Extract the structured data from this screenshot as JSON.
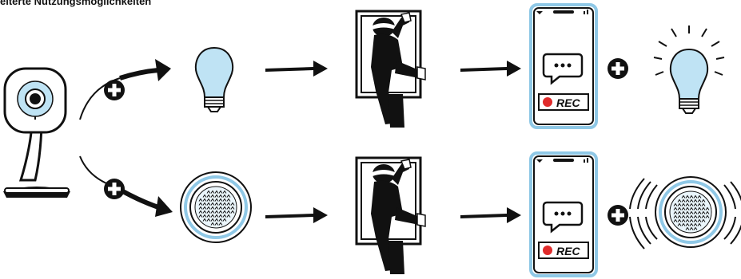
{
  "heading": "eiterte Nutzungsmöglichkeiten",
  "rows": [
    {
      "id": "light-row",
      "device": "smart-bulb",
      "trigger": "intruder-at-window",
      "notification": {
        "badge": "REC"
      },
      "result": "bulb-lit"
    },
    {
      "id": "siren-row",
      "device": "smart-siren",
      "trigger": "intruder-at-window",
      "notification": {
        "badge": "REC"
      },
      "result": "siren-sounding"
    }
  ],
  "colors": {
    "ink": "#111111",
    "light_blue": "#bfe3f4",
    "accent_blue": "#8fc8e6",
    "rec_red": "#e02b2b"
  }
}
